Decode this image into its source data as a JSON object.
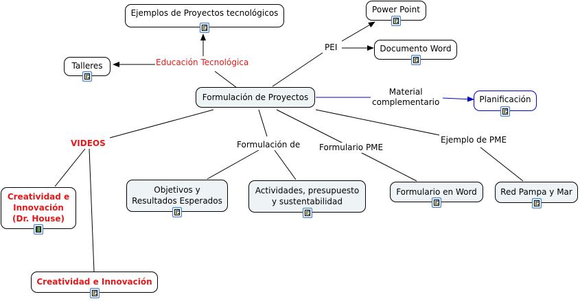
{
  "colors": {
    "line": "#000000",
    "accent_blue": "#0000cc",
    "red_text": "#e51919",
    "node_fill_shaded": "#eef3f6"
  },
  "concepts": {
    "center": "Formulación de Proyectos",
    "ejemplos": "Ejemplos de Proyectos tecnológicos",
    "talleres": "Talleres",
    "power_point": "Power Point",
    "documento_word": "Documento Word",
    "planificacion": "Planificación",
    "objetivos": "Objetivos y\nResultados Esperados",
    "actividades": "Actividades, presupuesto\ny sustentabilidad",
    "formulario_word": "Formulario en Word",
    "red_pampa": "Red Pampa y Mar",
    "creatividad_house": "Creatividad e\nInnovación\n(Dr. House)",
    "creatividad": "Creatividad e Innovación"
  },
  "linking_phrases": {
    "educacion": "Educación Tecnológica",
    "pei": "PEI",
    "material": "Material\ncomplementario",
    "videos": "VIDEOS",
    "formulacion_de": "Formulación de",
    "formulario_pme": "Formulario PME",
    "ejemplo_pme": "Ejemplo de PME"
  },
  "resources": {
    "document_icon": "document-resource-icon",
    "video_icon": "video-resource-icon"
  }
}
